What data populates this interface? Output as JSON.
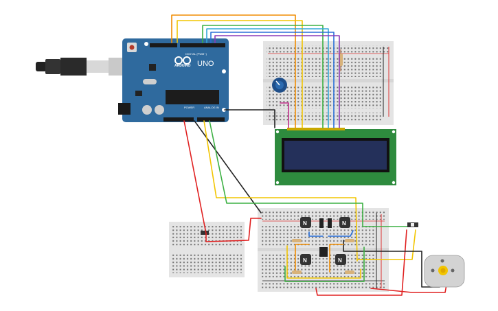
{
  "arduino": {
    "brand": "ARDUINO",
    "model": "UNO",
    "digital_label": "DIGITAL (PWM~)",
    "power_label": "POWER",
    "analog_label": "ANALOG IN",
    "board_color": "#2f6a9e"
  },
  "transistors": [
    "N",
    "N",
    "N",
    "N"
  ],
  "lcd": {
    "board_color": "#2e8b3e",
    "screen_color": "#24305a"
  },
  "wire_colors": {
    "red": "#e02020",
    "black": "#222222",
    "orange": "#f08c00",
    "yellow": "#f2c500",
    "green": "#3cb043",
    "cyan": "#35a8d8",
    "blue": "#2a6fd8",
    "purple": "#8a3ab8"
  }
}
